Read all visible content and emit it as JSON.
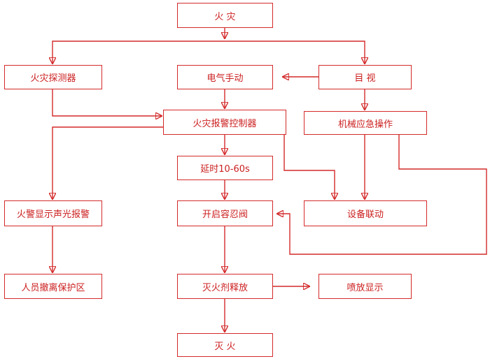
{
  "nodes": {
    "fire": "火 灾",
    "fire_detector": "火灾探测器",
    "manual_electric": "电气手动",
    "visual": "目 视",
    "alarm_controller": "火灾报警控制器",
    "mechanical_emergency": "机械应急操作",
    "delay": "延时10-60s",
    "alarm_display": "火警显示声光报警",
    "open_valve": "开启容忍阀",
    "equipment_linkage": "设备联动",
    "evacuate": "人员撤离保护区",
    "agent_release": "灭火剂释放",
    "spray_display": "喷放显示",
    "extinguish": "灭 火"
  },
  "colors": {
    "stroke": "#d42a2a",
    "text": "#cc2020"
  }
}
